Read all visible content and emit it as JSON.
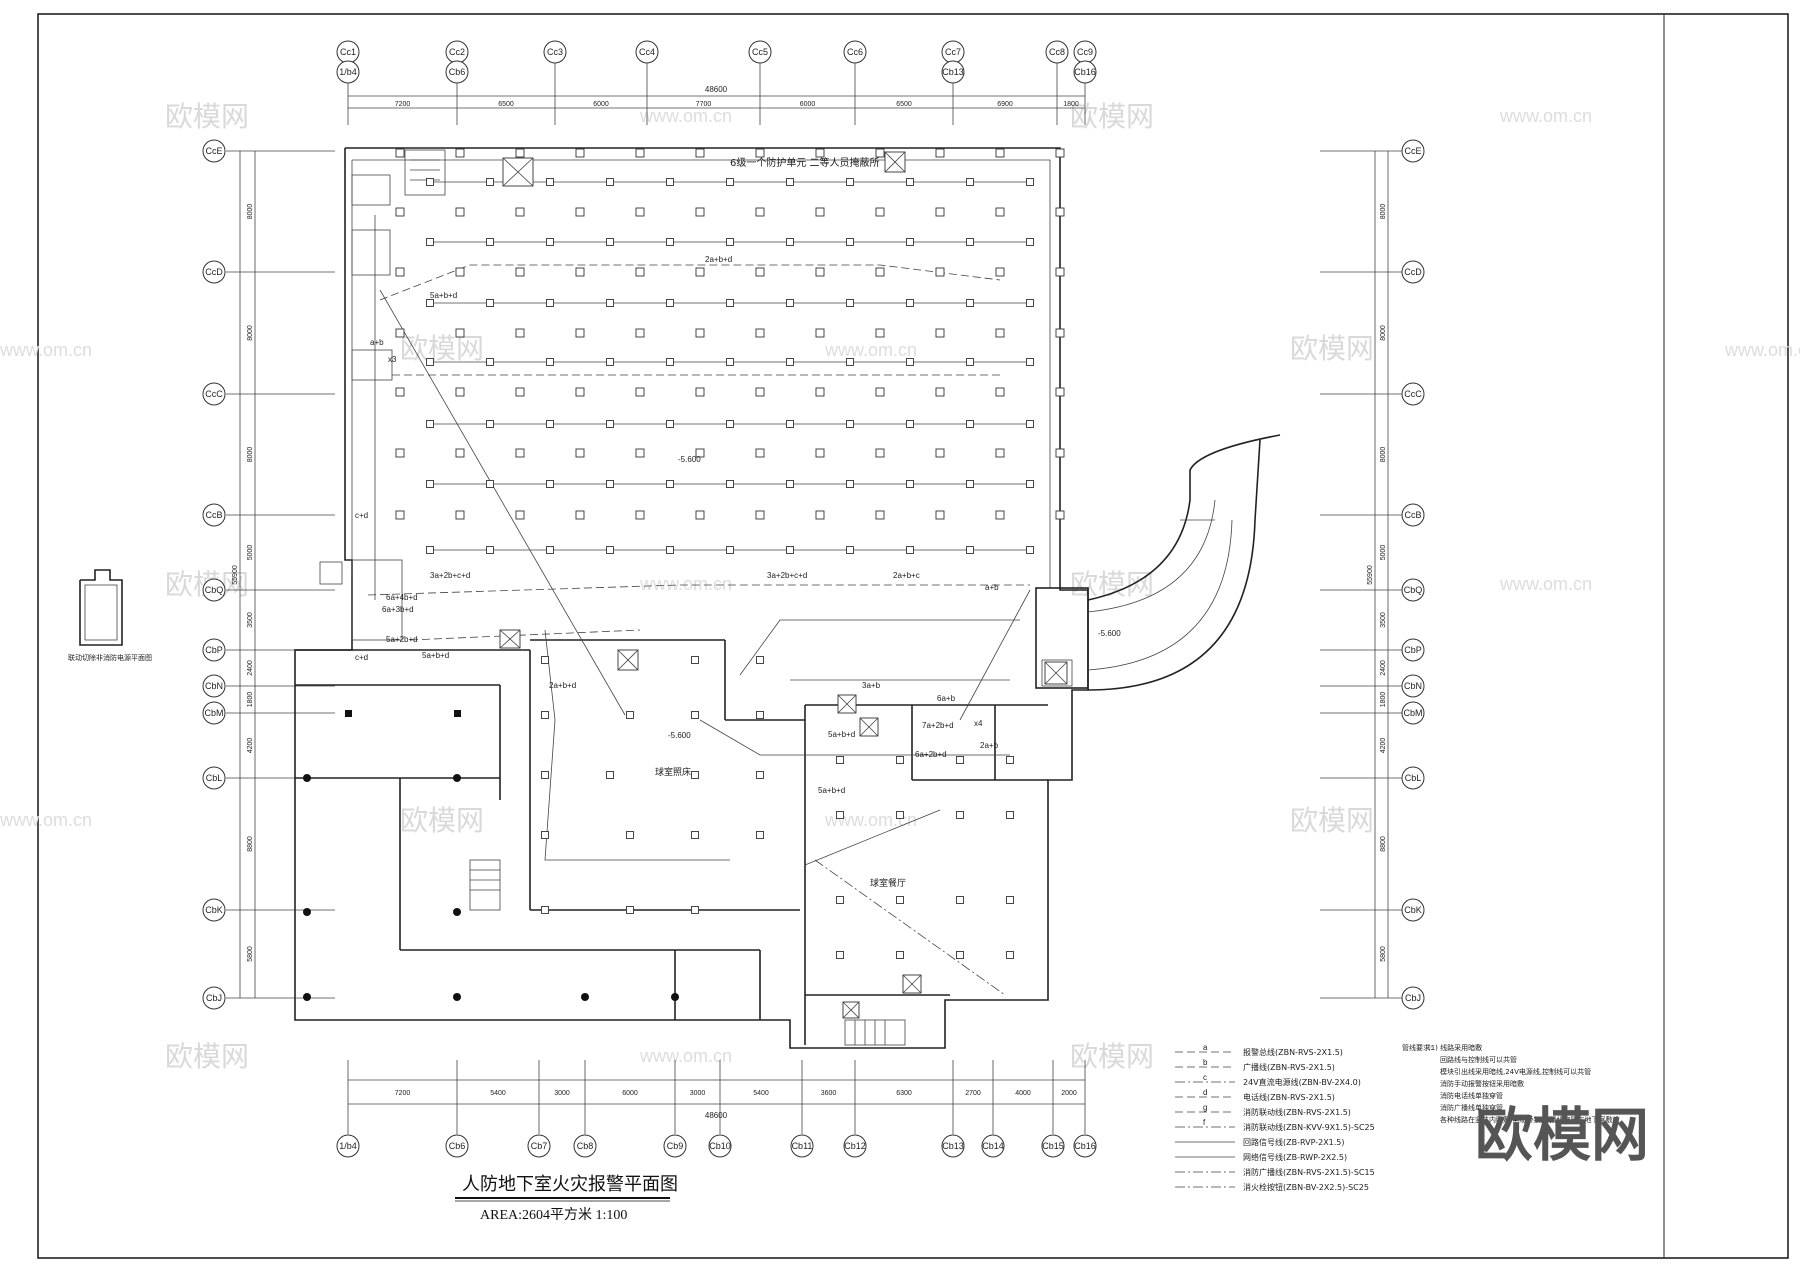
{
  "title": "人防地下室火灾报警平面图",
  "subtitle": "AREA:2604平方米   1:100",
  "top_axes": [
    "Cc1",
    "Cc2",
    "Cc3",
    "Cc4",
    "Cc5",
    "Cc6",
    "Cc7",
    "Cc8",
    "Cc9"
  ],
  "top_axes_sub": [
    "1/b4",
    "Cb6",
    "",
    "",
    "",
    "",
    "Cb13",
    "",
    "Cb16"
  ],
  "top_dims": [
    "7200",
    "6500",
    "6000",
    "7700",
    "6000",
    "6500",
    "6900",
    "1800"
  ],
  "top_total": "48600",
  "bottom_axes": [
    "1/b4",
    "Cb6",
    "Cb7",
    "Cb8",
    "Cb9",
    "Cb10",
    "Cb11",
    "Cb12",
    "Cb13",
    "Cb14",
    "Cb15",
    "Cb16"
  ],
  "bottom_dims": [
    "7200",
    "5400",
    "3000",
    "6000",
    "3000",
    "5400",
    "3600",
    "6300",
    "2700",
    "4000",
    "2000"
  ],
  "bottom_total": "48600",
  "side_axes": [
    "CcE",
    "CcD",
    "CcC",
    "CcB",
    "CbQ",
    "CbP",
    "CbN",
    "CbM",
    "CbL",
    "CbK",
    "CbJ"
  ],
  "side_dims": [
    "8000",
    "8000",
    "8000",
    "5000",
    "3500",
    "2400",
    "1800",
    "4200",
    "8800",
    "5800"
  ],
  "side_total": "55900",
  "room_labels": {
    "shelter": "6级一个防护单元  二等人员掩蔽所",
    "hall1": "球室照床",
    "hall2": "球室餐厅",
    "inset": "联动切除非消防电源平面图"
  },
  "levels": [
    "-5.600",
    "-5.600",
    "-5.600"
  ],
  "wire_labels": [
    "2a+b+d",
    "5a+b+d",
    "a+b",
    "x3",
    "c+d",
    "3a+2b+c+d",
    "3a+2b+c+d",
    "2a+b+c",
    "a+b",
    "6a+4b+d",
    "6a+3b+d",
    "5a+2b+d",
    "5a+b+d",
    "c+d",
    "2a+b+d",
    "3a+b",
    "6a+b",
    "7a+2b+d",
    "5a+b+d",
    "6a+2b+d",
    "x4",
    "5a+b+d",
    "2a+b"
  ],
  "legend": [
    {
      "code": "a",
      "text": "报警总线(ZBN-RVS-2X1.5)"
    },
    {
      "code": "b",
      "text": "广播线(ZBN-RVS-2X1.5)"
    },
    {
      "code": "c",
      "text": "24V直流电源线(ZBN-BV-2X4.0)"
    },
    {
      "code": "d",
      "text": "电话线(ZBN-RVS-2X1.5)"
    },
    {
      "code": "g",
      "text": "消防联动线(ZBN-RVS-2X1.5)"
    },
    {
      "code": "f",
      "text": "消防联动线(ZBN-KVV-9X1.5)-SC25"
    },
    {
      "code": "",
      "text": "回路信号线(ZB-RVP-2X1.5)"
    },
    {
      "code": "",
      "text": "网络信号线(ZB-RWP-2X2.5)"
    },
    {
      "code": "",
      "text": "消防广播线(ZBN-RVS-2X1.5)-SC15"
    },
    {
      "code": "",
      "text": "消火栓按钮(ZBN-BV-2X2.5)-SC25"
    }
  ],
  "notes_title": "管线要求:",
  "notes": [
    "(1) 线路采用暗敷",
    "回路线与控制线可以共管",
    "模块引出线采用暗线,24V电源线,控制线可以共管",
    "消防手动报警按钮采用暗敷",
    "消防电话线单独穿管",
    "消防广播线单独穿管",
    "各种线路在竖井内明敷,电缆桥架,广播线穿管在地下室敷设"
  ],
  "watermark_cn": "欧模网",
  "watermark_url": "www.om.cn",
  "brand": "欧模网"
}
